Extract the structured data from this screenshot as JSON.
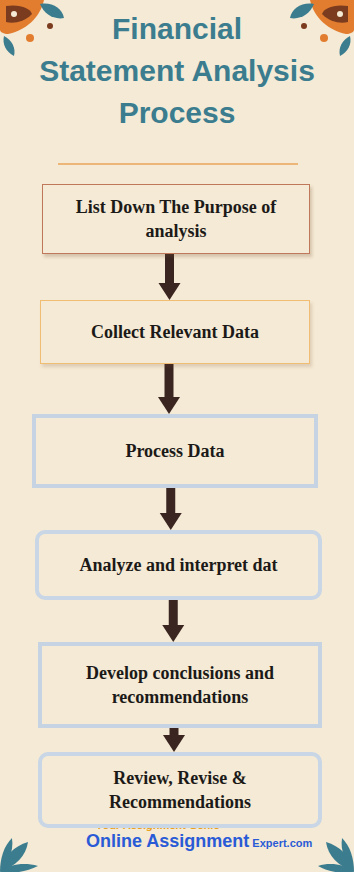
{
  "diagram": {
    "title": "Financial Statement Analysis Process",
    "nodes": [
      {
        "text": [
          "List Down The Purpose of analysis"
        ]
      },
      {
        "text": [
          "Collect Relevant Data"
        ]
      },
      {
        "text": [
          "Process Data"
        ]
      },
      {
        "text": [
          "Analyze and interpret dat"
        ]
      },
      {
        "text": [
          "Develop conclusions and recommendations"
        ]
      },
      {
        "text": [
          "Review, Revise & Recommendations"
        ]
      }
    ],
    "edges": [
      {
        "from": 0,
        "to": 1,
        "arrow": "to"
      },
      {
        "from": 1,
        "to": 2,
        "arrow": "to"
      },
      {
        "from": 2,
        "to": 3,
        "arrow": "to"
      },
      {
        "from": 3,
        "to": 4,
        "arrow": "to"
      },
      {
        "from": 4,
        "to": 5,
        "arrow": "to"
      }
    ],
    "labels": [
      "Your Assignment Genie",
      "Online Assignment",
      "Expert.com"
    ]
  }
}
